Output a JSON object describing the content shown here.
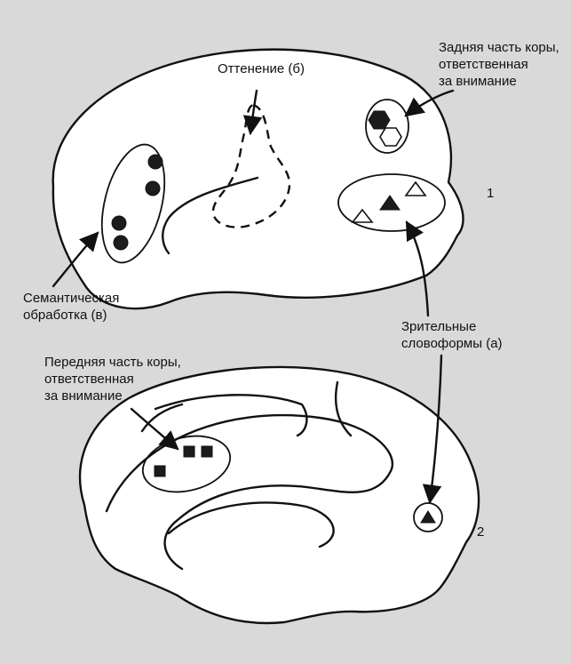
{
  "brain_top": {
    "number": "1",
    "labels": {
      "attention_posterior": [
        "Задняя часть коры,",
        "ответственная",
        "за внимание"
      ],
      "shading": "Оттенение (б)",
      "semantic": [
        "Семантическая",
        "обработка (в)"
      ],
      "visual": [
        "Зрительные",
        "словоформы (а)"
      ]
    }
  },
  "brain_bottom": {
    "number": "2",
    "labels": {
      "attention_anterior": [
        "Передняя часть коры,",
        "ответственная",
        "за внимание"
      ]
    }
  },
  "colors": {
    "ink": "#111111",
    "background": "#d9d9d9",
    "brain_fill": "#ffffff"
  }
}
